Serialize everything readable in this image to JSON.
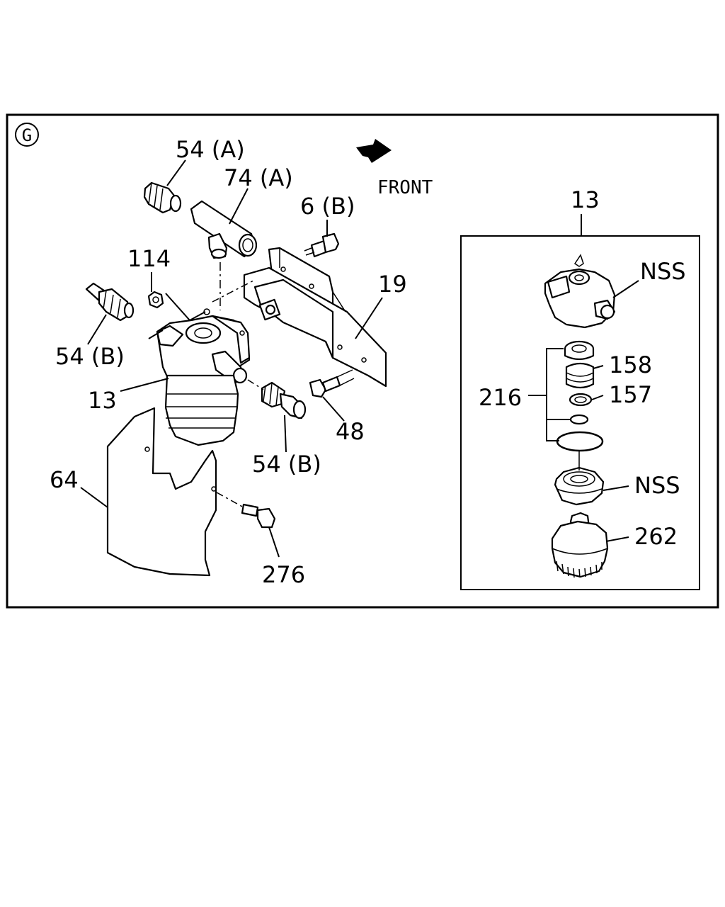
{
  "section_marker": "G",
  "direction": {
    "label": "FRONT"
  },
  "labels": {
    "l54a": "54 (A)",
    "l74a": "74 (A)",
    "l6b": "6 (B)",
    "l114": "114",
    "l19": "19",
    "l54b_left": "54 (B)",
    "l13_main": "13",
    "l48": "48",
    "l54b_bottom": "54 (B)",
    "l64": "64",
    "l276": "276",
    "l13_inset": "13",
    "lnss_top": "NSS",
    "l158": "158",
    "l216": "216",
    "l157": "157",
    "lnss_mid": "NSS",
    "l262": "262"
  }
}
